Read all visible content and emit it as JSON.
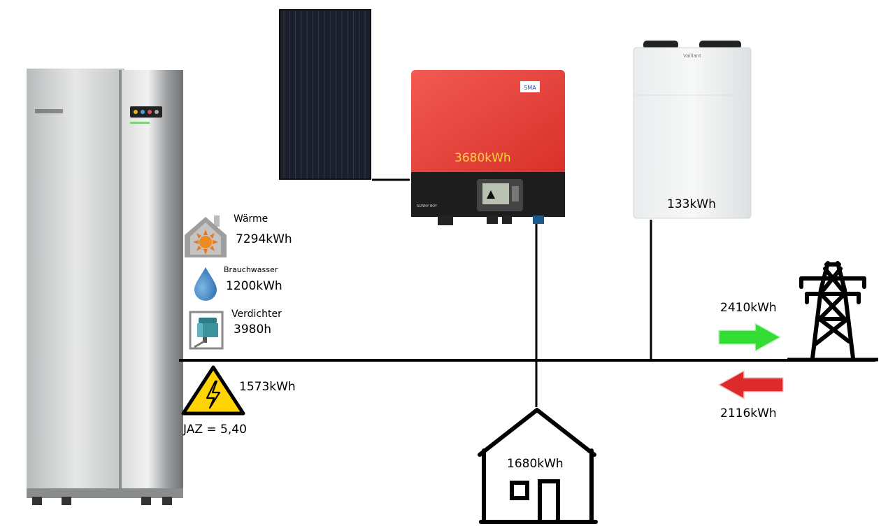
{
  "heat_pump": {
    "heat_label": "Wärme",
    "heat_value": "7294kWh",
    "hot_water_label": "Brauchwasser",
    "hot_water_value": "1200kWh",
    "compressor_label": "Verdichter",
    "compressor_value": "3980h",
    "power_value": "1573kWh",
    "jaz": "JAZ = 5,40"
  },
  "inverter": {
    "value": "3680kWh",
    "brand": "SMA",
    "model": "SUNNY BOY"
  },
  "ventilation": {
    "value": "133kWh",
    "brand": "Vaillant"
  },
  "house": {
    "value": "1680kWh"
  },
  "grid": {
    "export_value": "2410kWh",
    "import_value": "2116kWh"
  },
  "colors": {
    "export_arrow": "#33dd33",
    "import_arrow": "#dd2a2a",
    "inverter_red": "#e8403a",
    "inverter_value": "#ffd23f"
  }
}
